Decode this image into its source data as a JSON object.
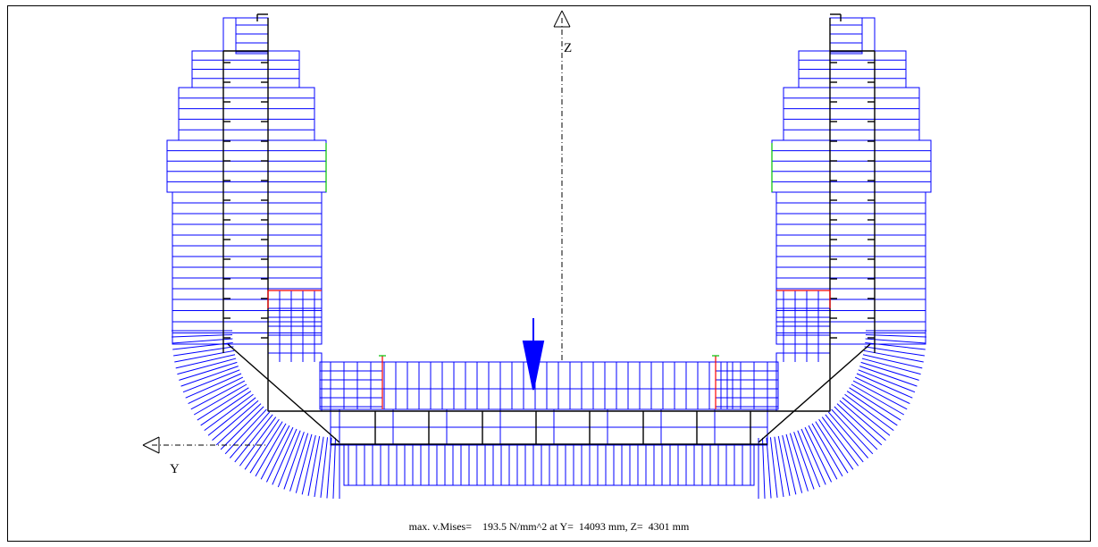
{
  "axes": {
    "z_label": "Z",
    "y_label": "Y"
  },
  "status": {
    "text": "max. v.Mises=    193.5 N/mm^2 at Y=  14093 mm, Z=  4301 mm"
  },
  "colors": {
    "element": "#0000ff",
    "structure": "#000000",
    "highlight_red": "#ff0000",
    "highlight_green": "#00c000",
    "load_arrow": "#0000ff"
  },
  "icons": {
    "load": "down-arrow-icon"
  }
}
